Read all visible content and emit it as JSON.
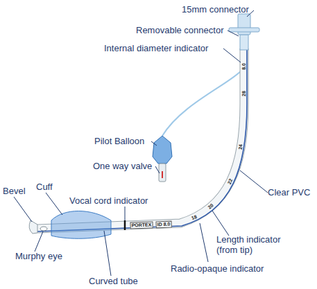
{
  "diagram": {
    "labels": [
      "15mm connector",
      "Removable connector",
      "Internal diameter indicator",
      "8.0",
      "28",
      "24",
      "22",
      "20",
      "18",
      "ID 8.0",
      "PORTEX",
      "Pilot Balloon",
      "One way valve",
      "Bevel",
      "Cuff",
      "Vocal cord indicator",
      "Clear PVC",
      "Murphy eye",
      "Length indicator (from tip)",
      "Radio-opaque indicator",
      "Curved tube"
    ]
  }
}
